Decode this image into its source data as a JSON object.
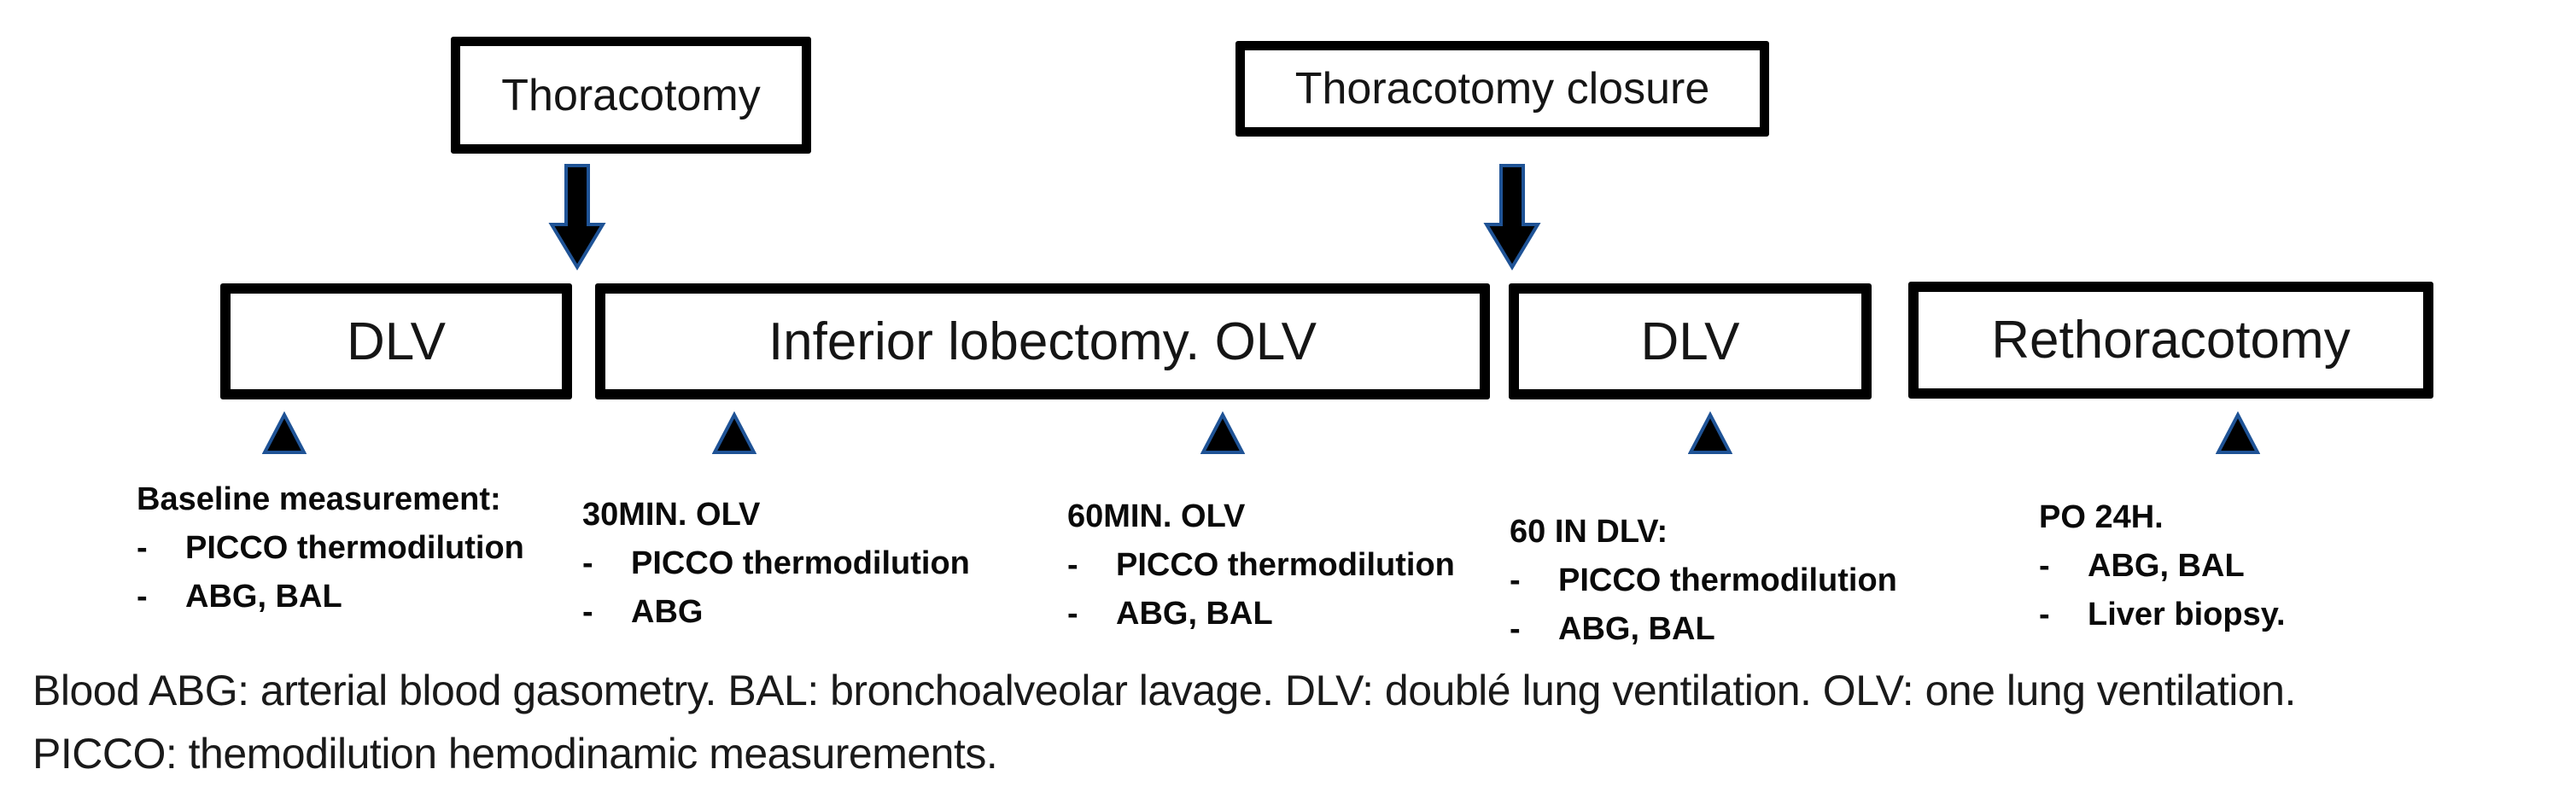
{
  "boxes": {
    "thoracotomy": "Thoracotomy",
    "thoracotomy_closure": "Thoracotomy closure",
    "dlv1": "DLV",
    "lobectomy": "Inferior lobectomy. OLV",
    "dlv2": "DLV",
    "rethoracotomy": "Rethoracotomy"
  },
  "annotations": {
    "baseline": {
      "heading": "Baseline measurement:",
      "items": [
        "PICCO thermodilution",
        "ABG, BAL"
      ]
    },
    "olv30": {
      "heading": "30MIN. OLV",
      "items": [
        "PICCO thermodilution",
        "ABG"
      ]
    },
    "olv60": {
      "heading": "60MIN. OLV",
      "items": [
        "PICCO thermodilution",
        "ABG, BAL"
      ]
    },
    "dlv60": {
      "heading": "60 IN DLV:",
      "items": [
        "PICCO thermodilution",
        "ABG, BAL"
      ]
    },
    "po24": {
      "heading": "PO 24H.",
      "items": [
        "ABG, BAL",
        "Liver biopsy."
      ]
    }
  },
  "caption": {
    "line1": "Blood ABG: arterial blood gasometry. BAL: bronchoalveolar lavage. DLV: doublé lung ventilation. OLV: one lung ventilation.",
    "line2": "PICCO: themodilution hemodinamic measurements."
  },
  "misc": {
    "bullet": "-"
  },
  "colors": {
    "accent_blue": "#1f5396",
    "box_border": "#000000",
    "background": "#ffffff"
  }
}
